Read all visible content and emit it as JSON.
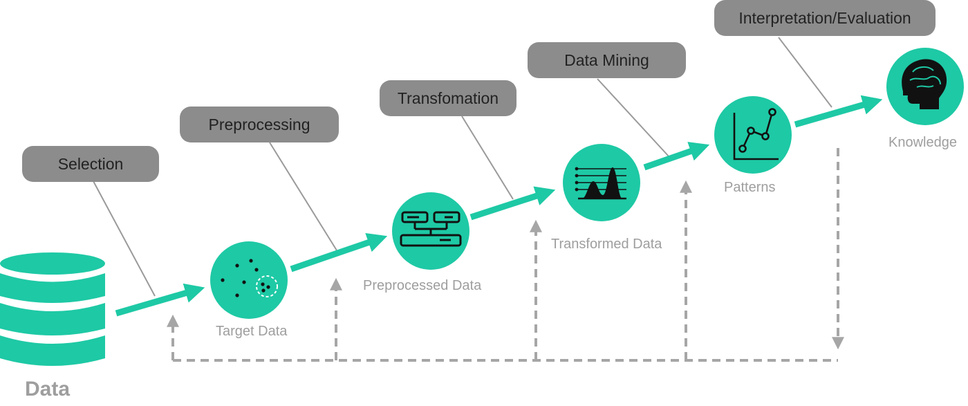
{
  "colors": {
    "accent": "#1ec9a5",
    "box_fill": "#8c8c8c",
    "box_text": "#222222",
    "label_text": "#9e9e9e",
    "feedback": "#a6a6a6",
    "leader": "#9a9a9a",
    "icon_ink": "#111111"
  },
  "database": {
    "label": "Data"
  },
  "steps": [
    {
      "label": "Selection"
    },
    {
      "label": "Preprocessing"
    },
    {
      "label": "Transfomation"
    },
    {
      "label": "Data Mining"
    },
    {
      "label": "Interpretation/Evaluation"
    }
  ],
  "nodes": [
    {
      "label": "Target Data",
      "icon": "scatter-dots-icon"
    },
    {
      "label": "Preprocessed Data",
      "icon": "server-rack-icon"
    },
    {
      "label": "Transformed Data",
      "icon": "distribution-curve-icon"
    },
    {
      "label": "Patterns",
      "icon": "line-graph-icon"
    },
    {
      "label": "Knowledge",
      "icon": "brain-head-icon"
    }
  ]
}
